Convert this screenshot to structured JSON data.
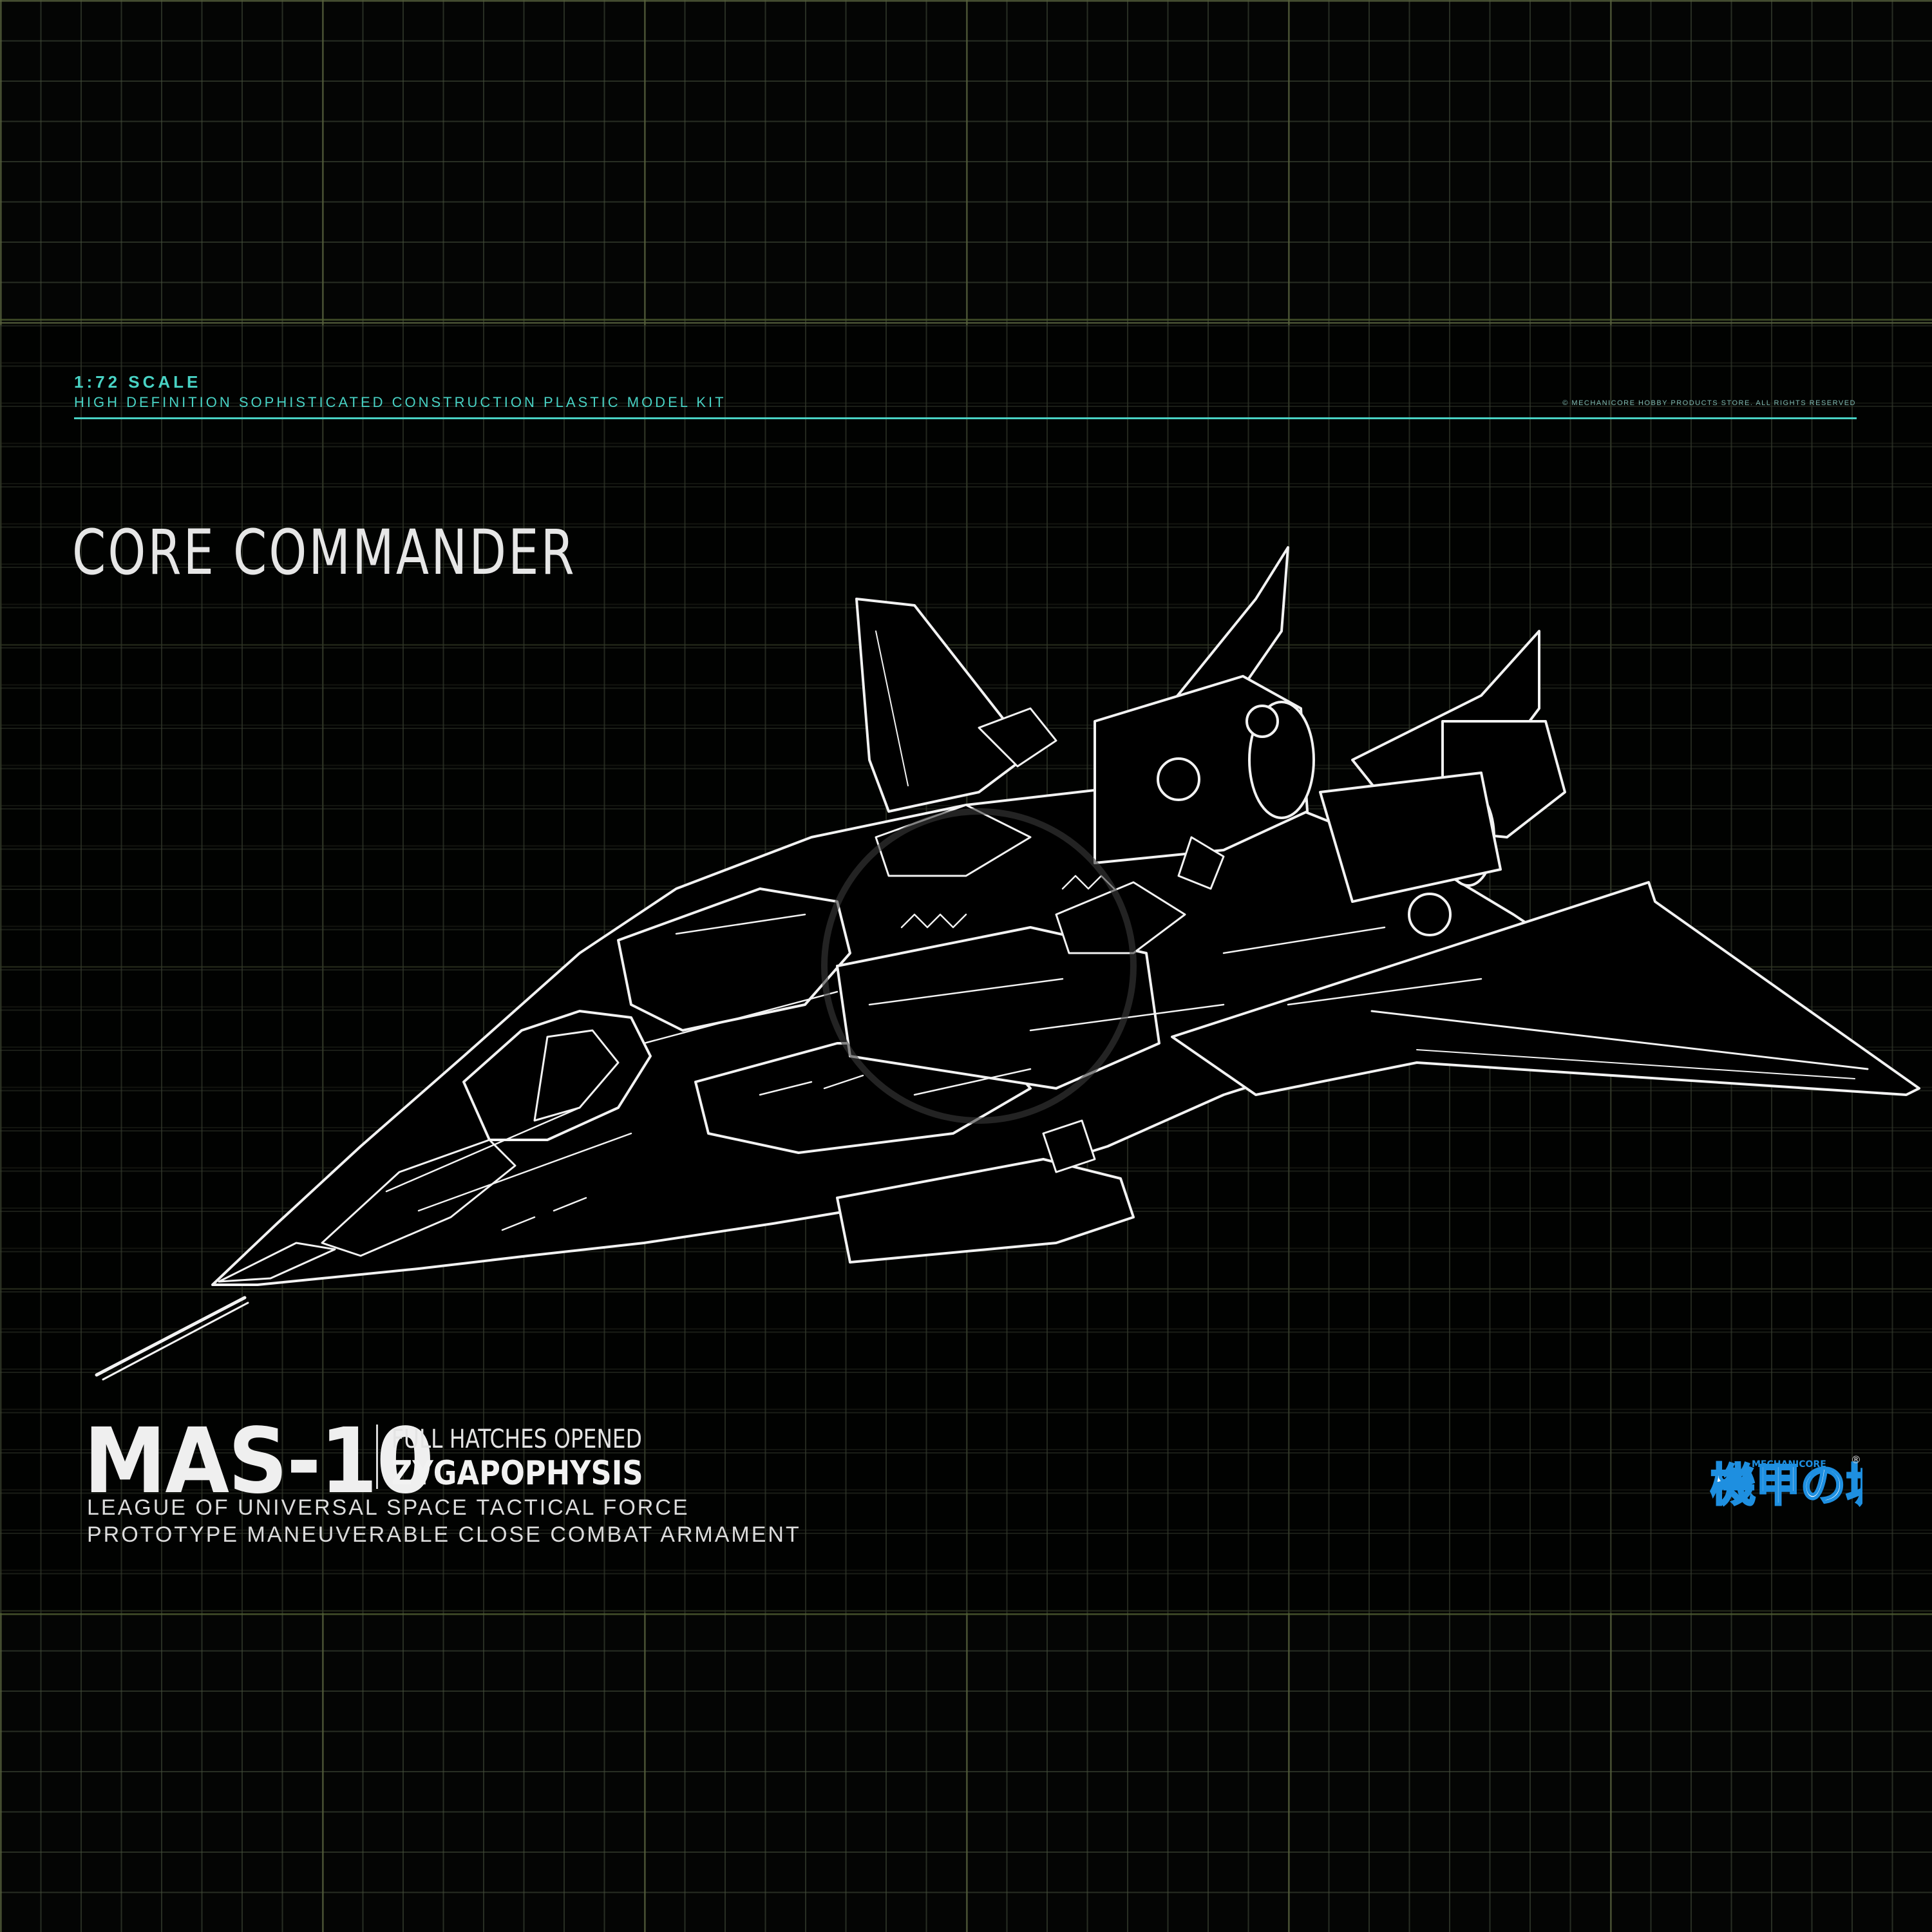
{
  "header": {
    "scale": "1:72 SCALE",
    "kit_description": "HIGH DEFINITION SOPHISTICATED CONSTRUCTION PLASTIC MODEL KIT",
    "copyright": "© MECHANICORE HOBBY PRODUCTS STORE. ALL RIGHTS RESERVED"
  },
  "title": "CORE COMMANDER",
  "footer": {
    "model_code": "MAS-10",
    "state": "FULL HATCHES OPENED",
    "model_name": "ZYGAPOPHYSIS",
    "faction": "LEAGUE OF UNIVERSAL SPACE TACTICAL FORCE",
    "designation": "PROTOTYPE MANEUVERABLE CLOSE COMBAT ARMAMENT"
  },
  "logo": {
    "main_text": "機甲の城",
    "sub_text": "MECHANICORE",
    "registered": "®"
  },
  "icons": {
    "aircraft": "lineart-fighter-jet-illustration",
    "logo": "brand-logo"
  },
  "colors": {
    "accent": "#48d2c4",
    "background": "#040504",
    "grid": "#464f3c",
    "text": "#e6e6e6",
    "logo_blue": "#1e8fe0"
  }
}
